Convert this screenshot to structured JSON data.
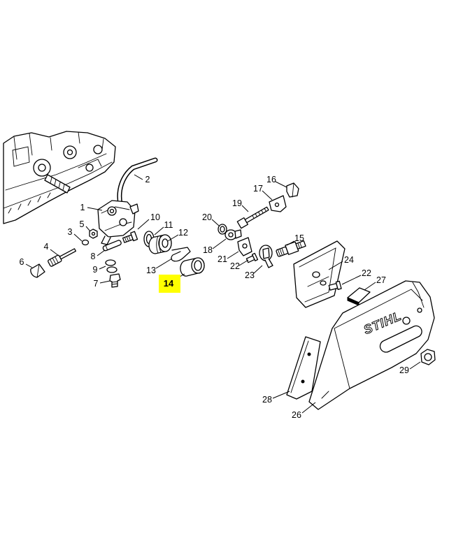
{
  "diagram": {
    "brand_logo": "STIHL",
    "highlighted_callout": "14"
  },
  "colors": {
    "line": "#000000",
    "background": "#ffffff",
    "highlight": "#ffff00"
  },
  "callouts": {
    "n1": "1",
    "n2": "2",
    "n3": "3",
    "n4": "4",
    "n5": "5",
    "n6": "6",
    "n7": "7",
    "n8": "8",
    "n9": "9",
    "n10": "10",
    "n11": "11",
    "n12": "12",
    "n13": "13",
    "n14": "14",
    "n15": "15",
    "n16": "16",
    "n17": "17",
    "n18": "18",
    "n19": "19",
    "n20": "20",
    "n21": "21",
    "n22a": "22",
    "n22b": "22",
    "n23": "23",
    "n24": "24",
    "n26": "26",
    "n27": "27",
    "n28": "28",
    "n29": "29"
  }
}
